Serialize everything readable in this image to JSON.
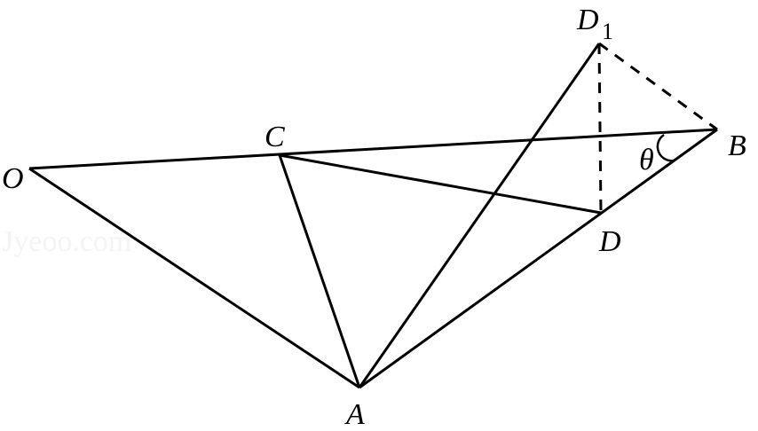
{
  "diagram": {
    "watermark": "Jyeoo.com",
    "points": {
      "O": "O",
      "C": "C",
      "B": "B",
      "A": "A",
      "D": "D",
      "D1_main": "D",
      "D1_sub": "1"
    },
    "angle_label": "θ"
  }
}
